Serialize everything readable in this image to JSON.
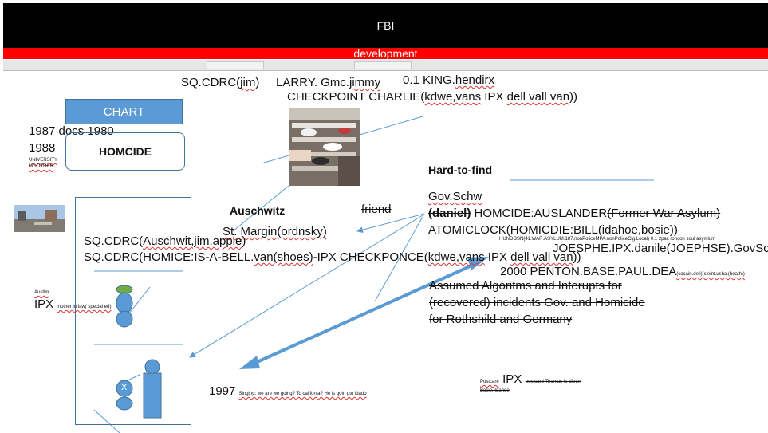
{
  "header": {
    "title": "FBI",
    "subtitle": "development"
  },
  "top": {
    "line1_a": "SQ.CDRC(",
    "line1_jim": "jim",
    "line1_b": ")",
    "larry": "LARRY. Gmc.",
    "jimmy": "jimmy",
    "king_a": "0.1 KING.",
    "king_b": "hendirx",
    "checkpoint_a": "CHECKPOINT CHARLIE(",
    "checkpoint_strike": "kdwe,vans",
    "checkpoint_b": " IPX ",
    "checkpoint_strike2": "dell vall van",
    "checkpoint_c": "))"
  },
  "left": {
    "chart_button": "CHART",
    "year1987": "1987 docs 1980",
    "year1988": "1988",
    "university": "UNIVERSITY",
    "moother": "MOOTHER",
    "homcide": "HOMCIDE",
    "austim": "Austim",
    "ipx": "IPX",
    "mother_in_law": "mother in law( special ed)"
  },
  "middle": {
    "auschwitz": "Auschwitz",
    "friend": "friend",
    "st_margin": "St. Margin(ordnsky)",
    "sq1_a": "SQ.CDRC(",
    "sq1_strike": "Auschwit,jim.apple",
    "sq1_b": ")",
    "sq2_a": "SQ.CDRC(HOMICE:IS-A-BELL.",
    "sq2_strike": "van(shoes)",
    "sq2_b": "-IPX CHECKPONCE(",
    "sq2_strike2": "kdwe,vans",
    "sq2_c": " IPX ",
    "sq2_strike3": "dell vall van",
    "sq2_d": "))"
  },
  "right": {
    "hard_to_find": "Hard-to-find",
    "gov_schw": "Gov.Schw",
    "daniel": "(daniel)",
    "homcide_auslander": " HOMCIDE:AUSLANDER",
    "former_war": "(Former War Asylum)",
    "atomic": "ATOMICLOCK(HOMICDIE:BILL(idahoe,bosie))",
    "hundosn": "HUNDOSN(41.WAR.ASYLUM.187.nonPoliceMPA.nonPoliceCig.Local) 0.1 2pac roncon soul asymlum",
    "joesphe": "JOESPHE.IPX.danile(JOEPHSE).GovSchw",
    "penton": "2000 PENTON.BASE.PAUL.DEA",
    "penton_tiny": "(cocain.dell)(cleint.usha.(beath))",
    "assumed1": "Assumed Algoritms and Interupts for",
    "assumed2": "(recovered) incidents Gov. and Homicide",
    "assumed3": "for Rothshild and Germany"
  },
  "bottom": {
    "year1997": "1997",
    "singing": "Singing: we are we going? To califonia? He is goin gto idado",
    "postcare": "Postcare",
    "ipx": "IPX",
    "postcard_thomas": "postcard Thomas-is-dieter",
    "bosie_idahoe": "Bosie, Idahoe",
    "x_label": "X"
  },
  "colors": {
    "accent_blue": "#5b9bd5",
    "border_blue": "#41719c",
    "header_black": "#000000",
    "header_red": "#ff0000",
    "figure_green": "#70ad47"
  }
}
